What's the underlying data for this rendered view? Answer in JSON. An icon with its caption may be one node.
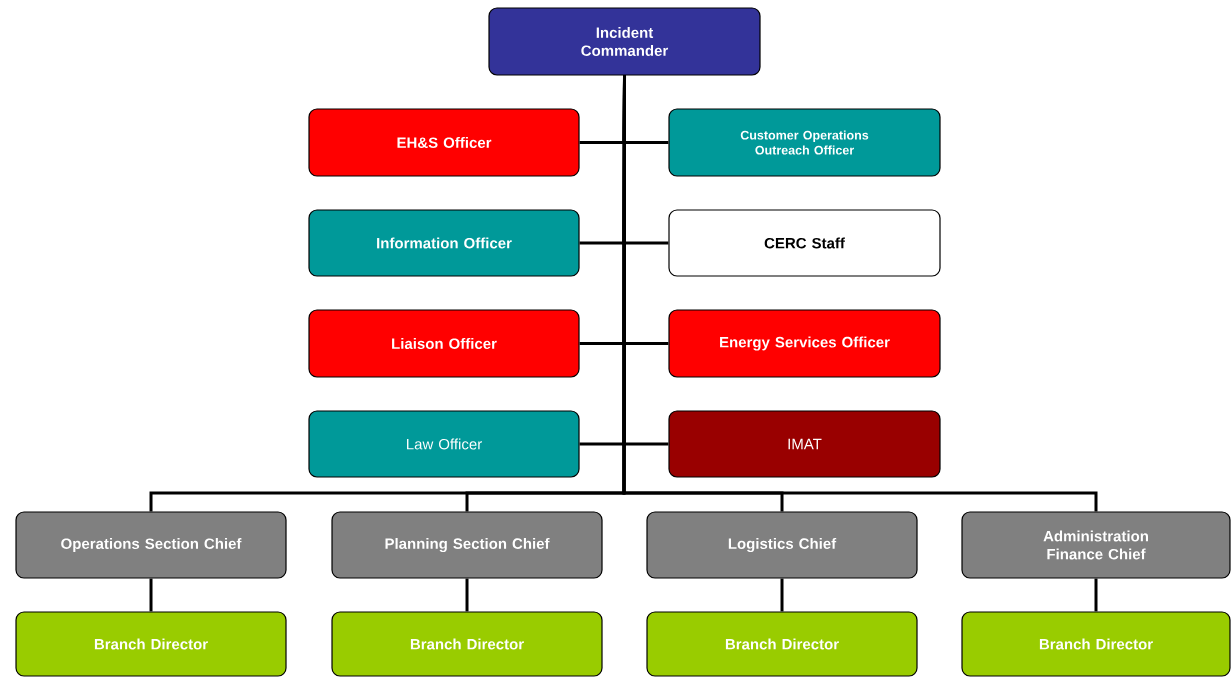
{
  "diagram": {
    "nodes": [
      {
        "text": [
          "Incident Commander"
        ]
      },
      {
        "text": [
          "EH&S Officer"
        ]
      },
      {
        "text": [
          "Customer Operations Outreach Officer"
        ]
      },
      {
        "text": [
          "Information Officer"
        ]
      },
      {
        "text": [
          "CERC Staff"
        ]
      },
      {
        "text": [
          "Liaison Officer"
        ]
      },
      {
        "text": [
          "Energy Services Officer"
        ]
      },
      {
        "text": [
          "Law Officer"
        ]
      },
      {
        "text": [
          "IMAT"
        ]
      },
      {
        "text": [
          "Operations Section Chief"
        ]
      },
      {
        "text": [
          "Planning Section Chief"
        ]
      },
      {
        "text": [
          "Logistics Chief"
        ]
      },
      {
        "text": [
          "Administration Finance Chief"
        ]
      },
      {
        "text": [
          "Branch Director"
        ]
      },
      {
        "text": [
          "Branch Director"
        ]
      },
      {
        "text": [
          "Branch Director"
        ]
      },
      {
        "text": [
          "Branch Director"
        ]
      }
    ],
    "edges": [
      {
        "from": 0,
        "to": 1,
        "arrow": "none"
      },
      {
        "from": 0,
        "to": 2,
        "arrow": "none"
      },
      {
        "from": 0,
        "to": 3,
        "arrow": "none"
      },
      {
        "from": 0,
        "to": 4,
        "arrow": "none"
      },
      {
        "from": 0,
        "to": 5,
        "arrow": "none"
      },
      {
        "from": 0,
        "to": 6,
        "arrow": "none"
      },
      {
        "from": 0,
        "to": 7,
        "arrow": "none"
      },
      {
        "from": 0,
        "to": 8,
        "arrow": "none"
      },
      {
        "from": 0,
        "to": 9,
        "arrow": "none"
      },
      {
        "from": 0,
        "to": 10,
        "arrow": "none"
      },
      {
        "from": 0,
        "to": 11,
        "arrow": "none"
      },
      {
        "from": 0,
        "to": 12,
        "arrow": "none"
      },
      {
        "from": 9,
        "to": 13,
        "arrow": "none"
      },
      {
        "from": 10,
        "to": 14,
        "arrow": "none"
      },
      {
        "from": 11,
        "to": 15,
        "arrow": "none"
      },
      {
        "from": 12,
        "to": 16,
        "arrow": "none"
      }
    ]
  }
}
